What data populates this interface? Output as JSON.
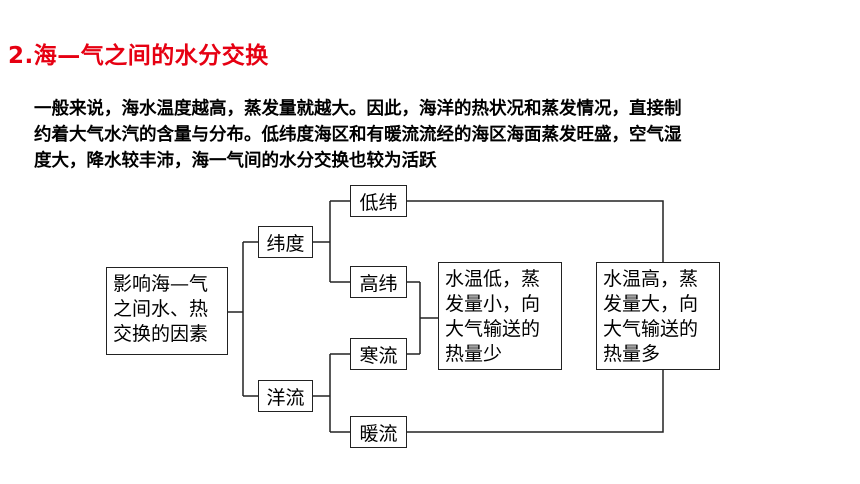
{
  "title": "2.海—气之间的水分交换",
  "paragraph": [
    "一般来说，海水温度越高，蒸发量就越大。因此，海洋的热状况和蒸发情况，直接制",
    "约着大气水汽的含量与分布。低纬度海区和有暖流流经的海区海面蒸发旺盛，空气湿",
    "度大，降水较丰沛，海一气间的水分交换也较为活跃"
  ],
  "diagram": {
    "root": [
      "影响海—气",
      "之间水、热",
      "交换的因素"
    ],
    "latitude": "纬度",
    "ocean_current": "洋流",
    "low_latitude": "低纬",
    "high_latitude": "高纬",
    "cold_current": "寒流",
    "warm_current": "暖流",
    "low_temp_result": [
      "水温低，蒸",
      "发量小，向",
      "大气输送的",
      "热量少"
    ],
    "high_temp_result": [
      "水温高，蒸",
      "发量大，向",
      "大气输送的",
      "热量多"
    ]
  }
}
